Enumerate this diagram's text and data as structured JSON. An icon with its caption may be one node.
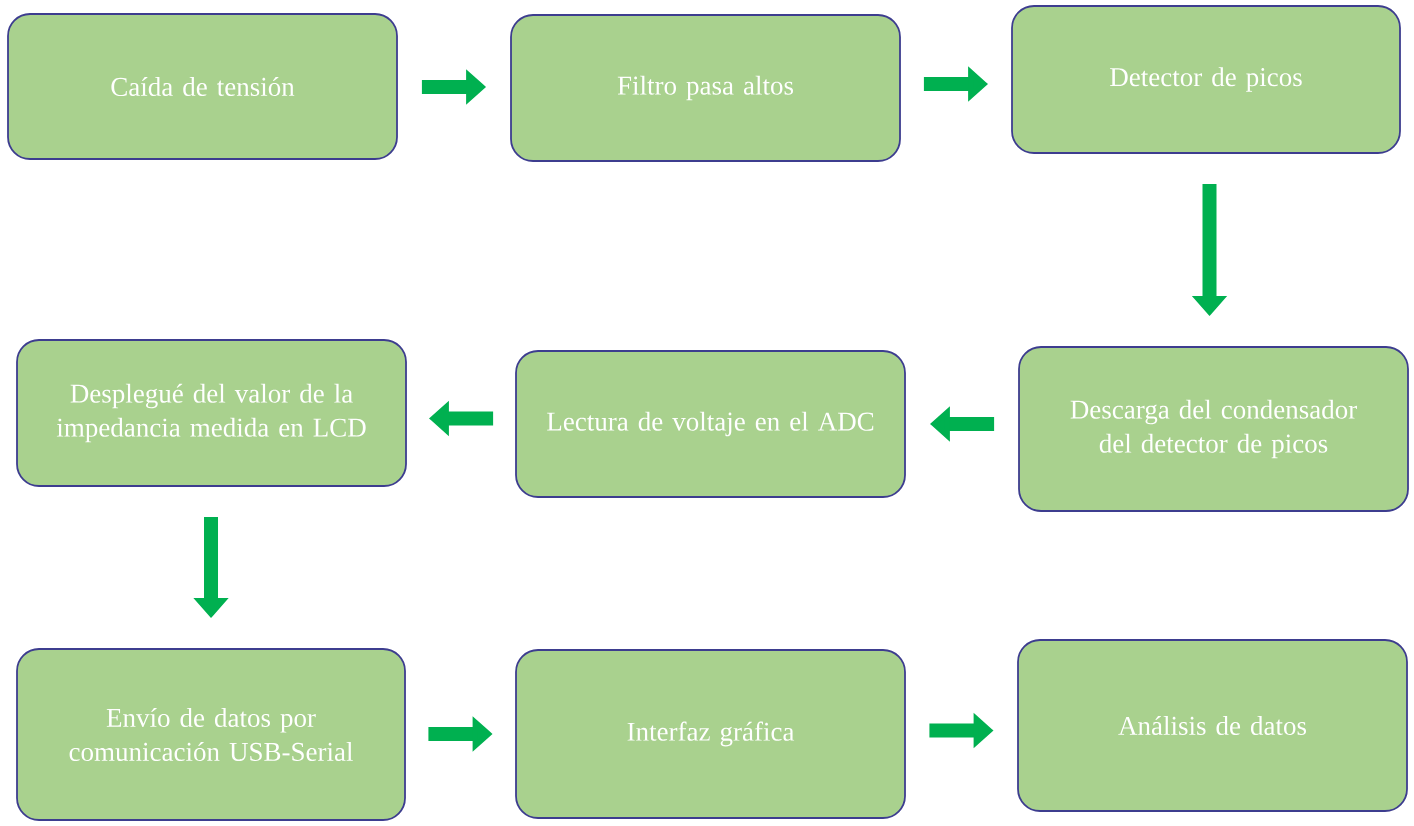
{
  "diagram": {
    "nodes": [
      {
        "text": [
          "Caída de tensión"
        ]
      },
      {
        "text": [
          "Filtro pasa altos"
        ]
      },
      {
        "text": [
          "Detector de picos"
        ]
      },
      {
        "text": [
          "Descarga del condensador del detector de picos"
        ]
      },
      {
        "text": [
          "Lectura de voltaje en el ADC"
        ]
      },
      {
        "text": [
          "Desplegué del valor de la impedancia medida en LCD"
        ]
      },
      {
        "text": [
          "Envío de datos por comunicación USB-Serial"
        ]
      },
      {
        "text": [
          "Interfaz gráfica"
        ]
      },
      {
        "text": [
          "Análisis de datos"
        ]
      }
    ],
    "edges": [
      {
        "from": 0,
        "to": 1,
        "arrow": "to"
      },
      {
        "from": 1,
        "to": 2,
        "arrow": "to"
      },
      {
        "from": 2,
        "to": 3,
        "arrow": "to"
      },
      {
        "from": 3,
        "to": 4,
        "arrow": "to"
      },
      {
        "from": 4,
        "to": 5,
        "arrow": "to"
      },
      {
        "from": 5,
        "to": 6,
        "arrow": "to"
      },
      {
        "from": 6,
        "to": 7,
        "arrow": "to"
      },
      {
        "from": 7,
        "to": 8,
        "arrow": "to"
      }
    ]
  }
}
